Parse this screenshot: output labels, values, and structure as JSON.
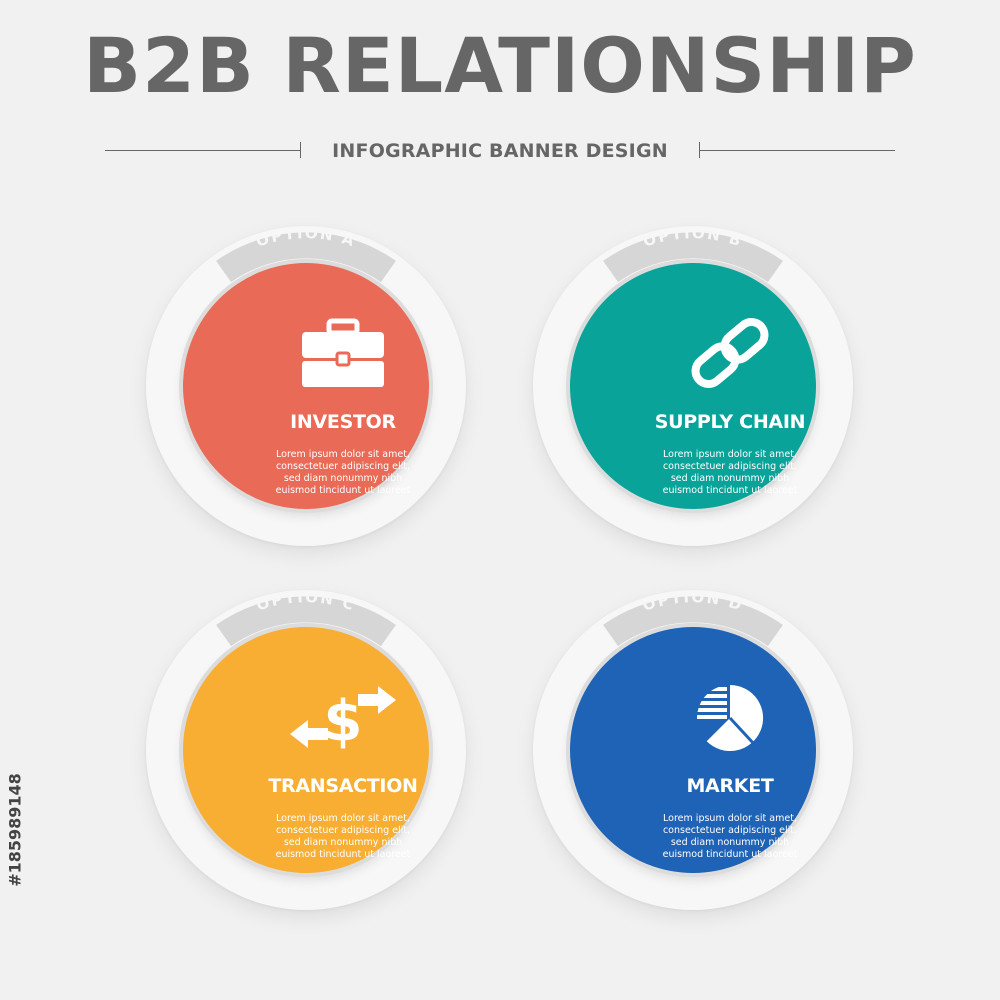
{
  "title": "B2B RELATIONSHIP",
  "subtitle": "INFOGRAPHIC BANNER DESIGN",
  "stock_id": "#185989148",
  "options": [
    {
      "tag": "OPTION A",
      "heading": "INVESTOR",
      "icon": "briefcase-icon",
      "color": "#e96a56",
      "lines": [
        "Lorem ipsum dolor sit amet,",
        "consectetuer adipiscing elit,",
        "sed diam nonummy nibh",
        "euismod tincidunt ut laoreet"
      ]
    },
    {
      "tag": "OPTION B",
      "heading": "SUPPLY CHAIN",
      "icon": "chain-link-icon",
      "color": "#0aa399",
      "lines": [
        "Lorem ipsum dolor sit amet,",
        "consectetuer adipiscing elit,",
        "sed diam nonummy nibh",
        "euismod tincidunt ut laoreet"
      ]
    },
    {
      "tag": "OPTION C",
      "heading": "TRANSACTION",
      "icon": "dollar-exchange-icon",
      "color": "#f7ae32",
      "lines": [
        "Lorem ipsum dolor sit amet,",
        "consectetuer adipiscing elit,",
        "sed diam nonummy nibh",
        "euismod tincidunt ut laoreet"
      ]
    },
    {
      "tag": "OPTION D",
      "heading": "MARKET",
      "icon": "pie-chart-icon",
      "color": "#1e63b5",
      "lines": [
        "Lorem ipsum dolor sit amet,",
        "consectetuer adipiscing elit,",
        "sed diam nonummy nibh",
        "euismod tincidunt ut laoreet"
      ]
    }
  ]
}
